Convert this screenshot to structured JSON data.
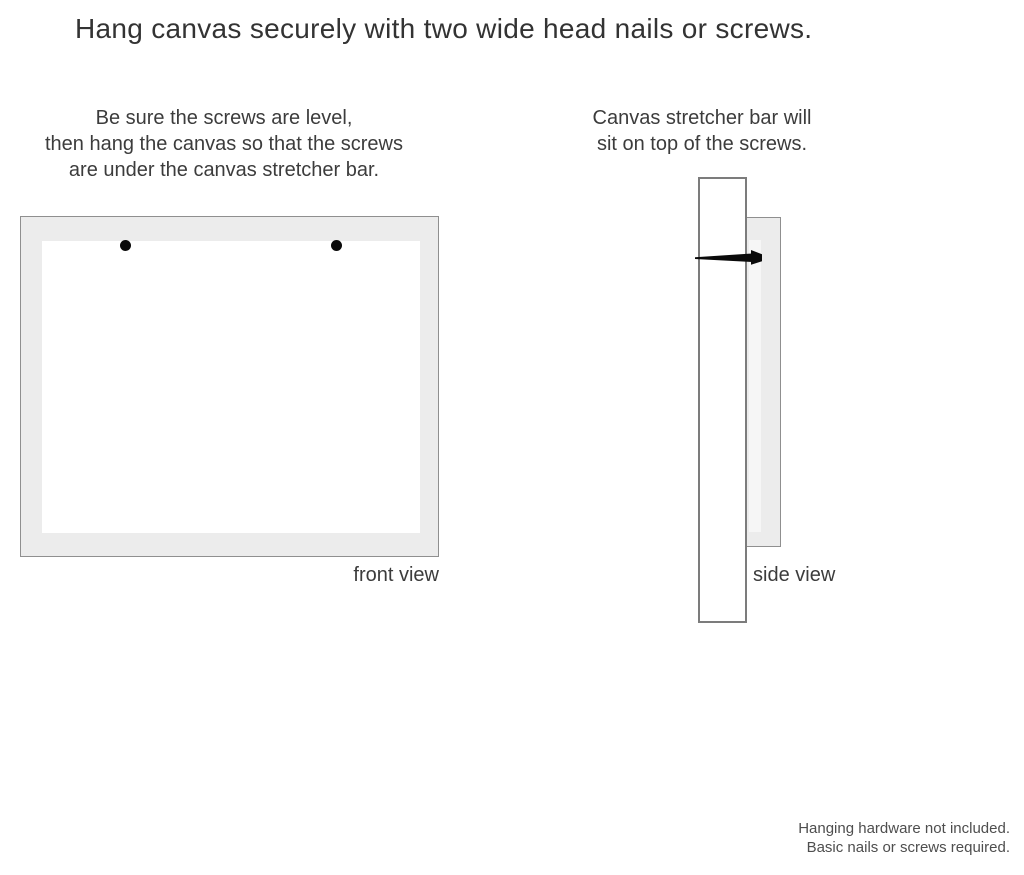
{
  "title": "Hang canvas securely with two wide head nails or screws.",
  "instructions": {
    "left": {
      "lines": [
        "Be sure the screws are level,",
        "then hang the canvas so that the screws",
        "are under the canvas stretcher bar."
      ]
    },
    "right": {
      "lines": [
        "Canvas stretcher bar will",
        "sit on top of the screws."
      ]
    }
  },
  "diagram": {
    "front_view_label": "front view",
    "side_view_label": "side view",
    "screw_count": 2
  },
  "footnote": {
    "lines": [
      "Hanging hardware not included.",
      "Basic nails or screws required."
    ]
  },
  "colors": {
    "background": "#ffffff",
    "canvas_fill": "#ececec",
    "canvas_border": "#8f8f8f",
    "bar_border": "#7c7c7c",
    "nail_black": "#0a0a0a",
    "text_dark": "#3c3c3c",
    "text_muted": "#4e4e4e"
  }
}
